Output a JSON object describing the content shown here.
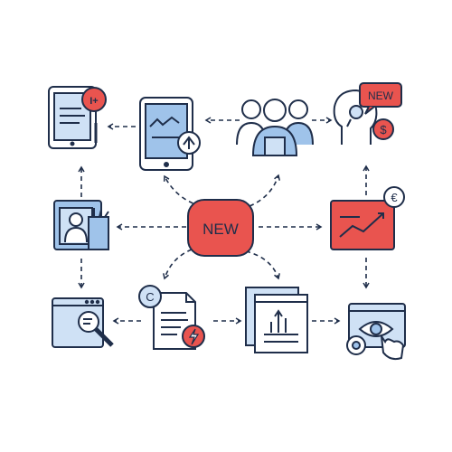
{
  "center": {
    "label": "NEW"
  },
  "nodes": {
    "top_right_bubble_label": "NEW",
    "currency_badge": "€",
    "dollar_badge": "$",
    "copyright_badge": "C",
    "notification_badge": "I+"
  },
  "colors": {
    "stroke": "#1f2e4a",
    "blue": "#9fc3ea",
    "blue_light": "#cfe1f5",
    "red": "#e9544f",
    "red_light": "#f27f73",
    "white": "#ffffff"
  }
}
